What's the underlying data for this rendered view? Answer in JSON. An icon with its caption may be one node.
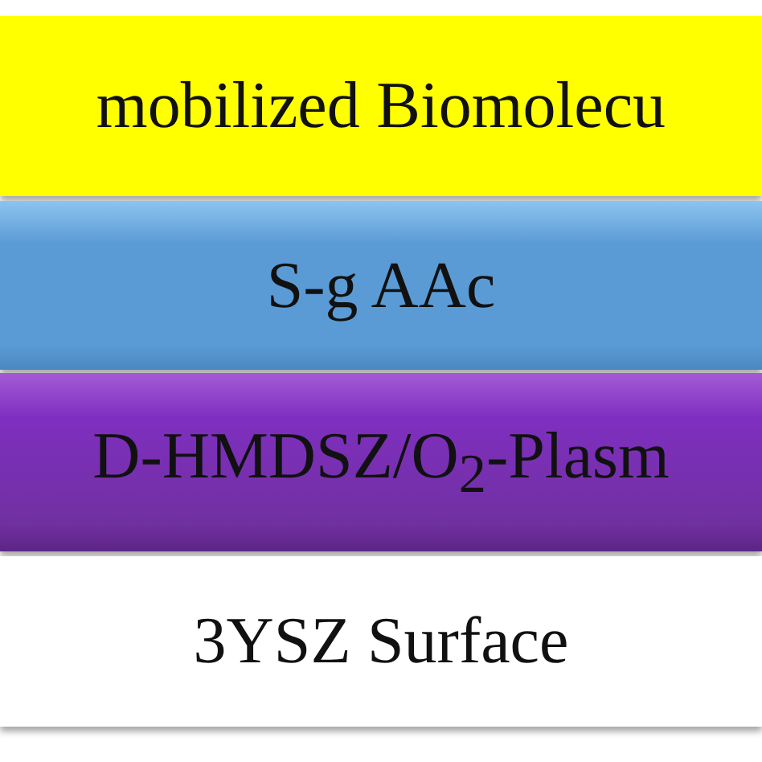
{
  "diagram": {
    "nodes": [
      {
        "text": [
          "mobilized Biomolecu"
        ]
      },
      {
        "text": [
          "S-g AAc"
        ]
      },
      {
        "text": [
          "D-HMDSZ/O$_{2}$-Plasm"
        ]
      },
      {
        "text": [
          "3YSZ Surface"
        ]
      }
    ],
    "edges": []
  }
}
